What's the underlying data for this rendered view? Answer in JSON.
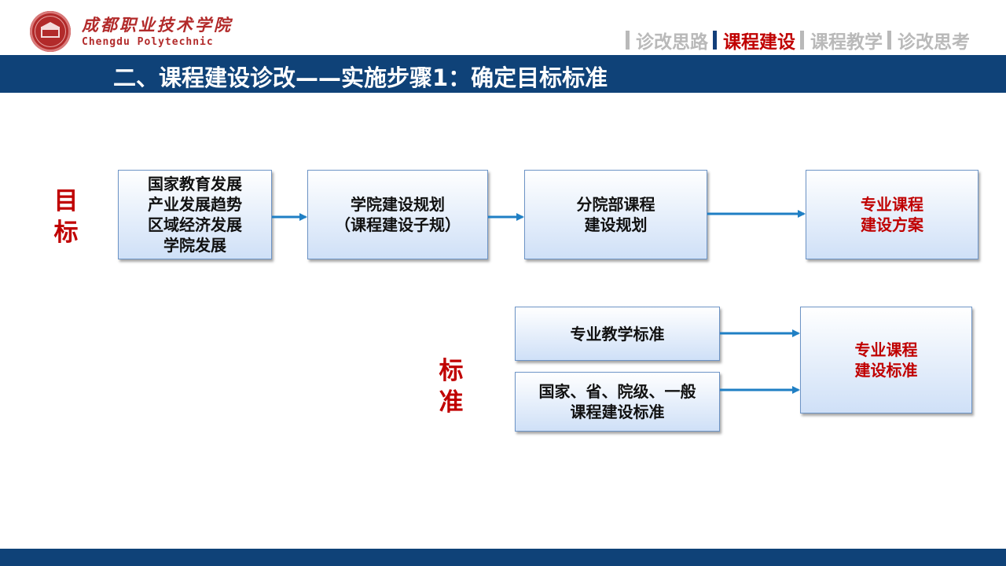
{
  "header": {
    "logo_cn": "成都职业技术学院",
    "logo_en": "Chengdu Polytechnic",
    "nav": [
      {
        "label": "诊改思路",
        "active": false
      },
      {
        "label": "课程建设",
        "active": true
      },
      {
        "label": "课程教学",
        "active": false
      },
      {
        "label": "诊改思考",
        "active": false
      }
    ]
  },
  "title": "二、课程建设诊改——实施步骤1：确定目标标准",
  "labels": {
    "goal": [
      "目",
      "标"
    ],
    "standard": [
      "标",
      "准"
    ]
  },
  "goal_flow": [
    {
      "lines": [
        "国家教育发展",
        "产业发展趋势",
        "区域经济发展",
        "学院发展"
      ]
    },
    {
      "lines": [
        "学院建设规划",
        "（课程建设子规）"
      ]
    },
    {
      "lines": [
        "分院部课程",
        "建设规划"
      ]
    },
    {
      "lines": [
        "专业课程",
        "建设方案"
      ]
    }
  ],
  "standard_flow": {
    "inputs": [
      {
        "lines": [
          "专业教学标准"
        ]
      },
      {
        "lines": [
          "国家、省、院级、一般",
          "课程建设标准"
        ]
      }
    ],
    "output": {
      "lines": [
        "专业课程",
        "建设标准"
      ]
    }
  },
  "colors": {
    "brand_blue": "#0f4278",
    "accent_red": "#c00000",
    "arrow_blue": "#1f7fc4",
    "nav_inactive": "#b9b9b9"
  }
}
